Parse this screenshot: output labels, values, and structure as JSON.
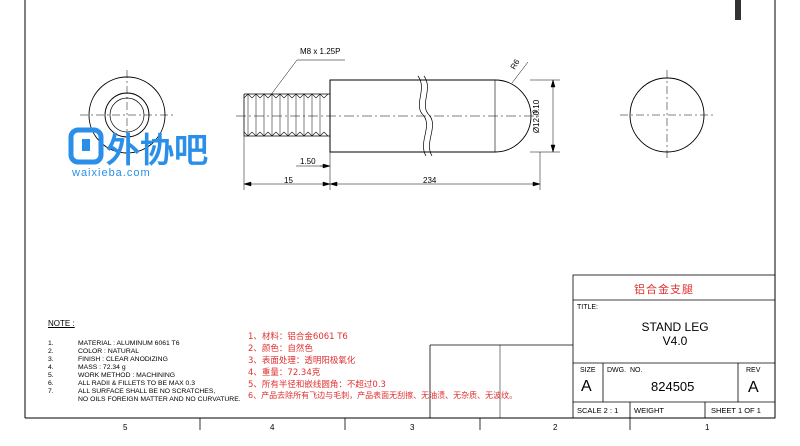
{
  "drawing": {
    "thread_callout": "M8 x 1.25P",
    "radius_callout": "R6",
    "diameter_callout": "Ø12-0.10",
    "diameter_upper_tol": "0",
    "dim_thread_relief": "1.50",
    "dim_thread_length": "15",
    "dim_body_length": "234"
  },
  "watermark": {
    "logo_text": "外协吧",
    "url": "waixieba.com"
  },
  "notes": {
    "title": "NOTE :",
    "items": [
      {
        "num": "1.",
        "text": "MATERIAL : ALUMINUM 6061 T6"
      },
      {
        "num": "2.",
        "text": "COLOR : NATURAL"
      },
      {
        "num": "3.",
        "text": "FINISH : CLEAR ANODIZING"
      },
      {
        "num": "4.",
        "text": "MASS : 72.34 g"
      },
      {
        "num": "5.",
        "text": "WORK METHOD : MACHINING"
      },
      {
        "num": "6.",
        "text": "ALL RADII & FILLETS TO BE MAX 0.3"
      },
      {
        "num": "7.",
        "text": "ALL SURFACE SHALL BE NO SCRATCHES,"
      },
      {
        "num": "",
        "text": "NO OILS FOREIGN MATTER AND NO CURVATURE."
      }
    ]
  },
  "chinese_notes": [
    "1、材料：铝合金6061 T6",
    "2、颜色：自然色",
    "3、表面处理：透明阳极氧化",
    "4、重量：72.34克",
    "5、所有半径和嵌线圆角：不超过0.3",
    "6、产品去除所有飞边与毛刺，产品表面无刮擦、无油渍、无杂质、无波纹。"
  ],
  "title_block": {
    "part_name_cn": "铝合金支腿",
    "title_label": "TITLE:",
    "title_line1": "STAND LEG",
    "title_line2": "V4.0",
    "size_label": "SIZE",
    "size_value": "A",
    "dwg_no_label": "DWG.  NO.",
    "dwg_no_value": "824505",
    "rev_label": "REV",
    "rev_value": "A",
    "scale": "SCALE 2 : 1",
    "weight_label": "WEIGHT",
    "sheet": "SHEET 1 OF 1"
  },
  "zone_numbers": [
    "5",
    "4",
    "3",
    "2",
    "1"
  ],
  "colors": {
    "red_notes": "#e03030",
    "logo_blue": "#2a8fe8",
    "line": "#000000"
  }
}
